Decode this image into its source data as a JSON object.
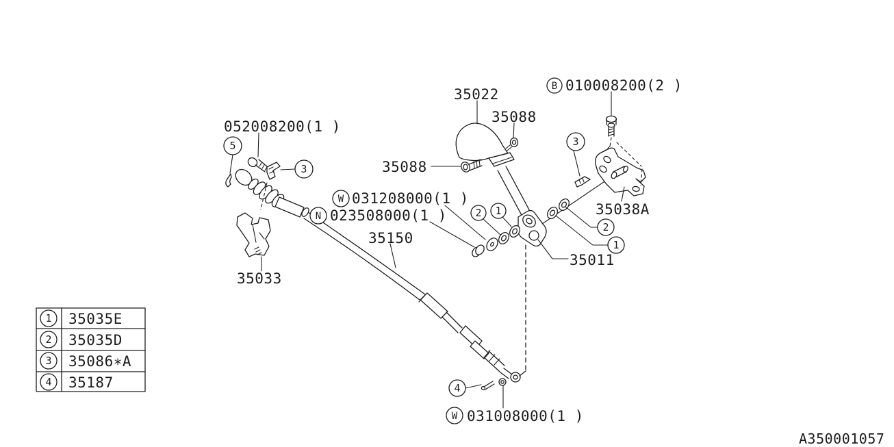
{
  "page": {
    "background": "#ffffff",
    "ink": "#1c1c1c"
  },
  "labels": {
    "grommet_bolt": "052008200(1 )",
    "knob": "35022",
    "screw_top": "35088",
    "screw_side": "35088",
    "bracket_bolt": "010008200(2 )",
    "washer_mid": "031208000(1 )",
    "nut_mid": "023508000(1 )",
    "cable": "35150",
    "stay_bracket": "35038A",
    "lever": "35011",
    "bracket_left": "35033",
    "washer_bottom": "031008000(1 )"
  },
  "callouts": {
    "B": "B",
    "W": "W",
    "N": "N",
    "1": "1",
    "2": "2",
    "3": "3",
    "4": "4",
    "5": "5"
  },
  "legend": {
    "rows": [
      {
        "ref": "1",
        "part": "35035E"
      },
      {
        "ref": "2",
        "part": "35035D"
      },
      {
        "ref": "3",
        "part": "35086∗A"
      },
      {
        "ref": "4",
        "part": "35187"
      }
    ]
  },
  "footer": {
    "code": "A350001057"
  }
}
